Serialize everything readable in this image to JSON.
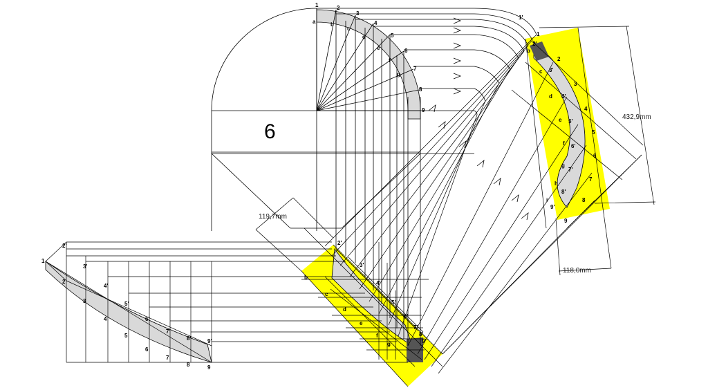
{
  "figure": {
    "view_number": "6",
    "dimensions": {
      "d1": "119,7mm",
      "d2": "432,9mm",
      "d3": "118,0mm"
    }
  },
  "labels": {
    "top_numbers": [
      "1",
      "2",
      "3",
      "4",
      "5",
      "6",
      "7",
      "8",
      "9"
    ],
    "top_letters": [
      "a",
      "b",
      "c",
      "d",
      "e",
      "f",
      "g"
    ],
    "left_numbers": [
      "1",
      "2",
      "3",
      "4",
      "5",
      "6",
      "7",
      "8",
      "9"
    ],
    "left_primes": [
      "2'",
      "3'",
      "4'",
      "5'",
      "6'",
      "7'",
      "8'",
      "9'"
    ],
    "center_primes": [
      "2'",
      "3'",
      "4'",
      "5'",
      "6'",
      "7'",
      "8'",
      "9'"
    ],
    "center_letters": [
      "b",
      "c",
      "d",
      "e",
      "f",
      "g"
    ],
    "right_numbers": [
      "1",
      "2",
      "3",
      "4",
      "5",
      "6",
      "7",
      "8",
      "9"
    ],
    "right_primes": [
      "1'",
      "2'",
      "3'",
      "4'",
      "5'",
      "6'",
      "7'",
      "8'",
      "9'"
    ],
    "right_letters": [
      "b",
      "c",
      "d",
      "e",
      "f",
      "g",
      "h",
      "i"
    ]
  },
  "colors": {
    "highlight": "#ffff00",
    "band": "#d9d9d9",
    "dark": "#555555",
    "line": "#000000"
  }
}
